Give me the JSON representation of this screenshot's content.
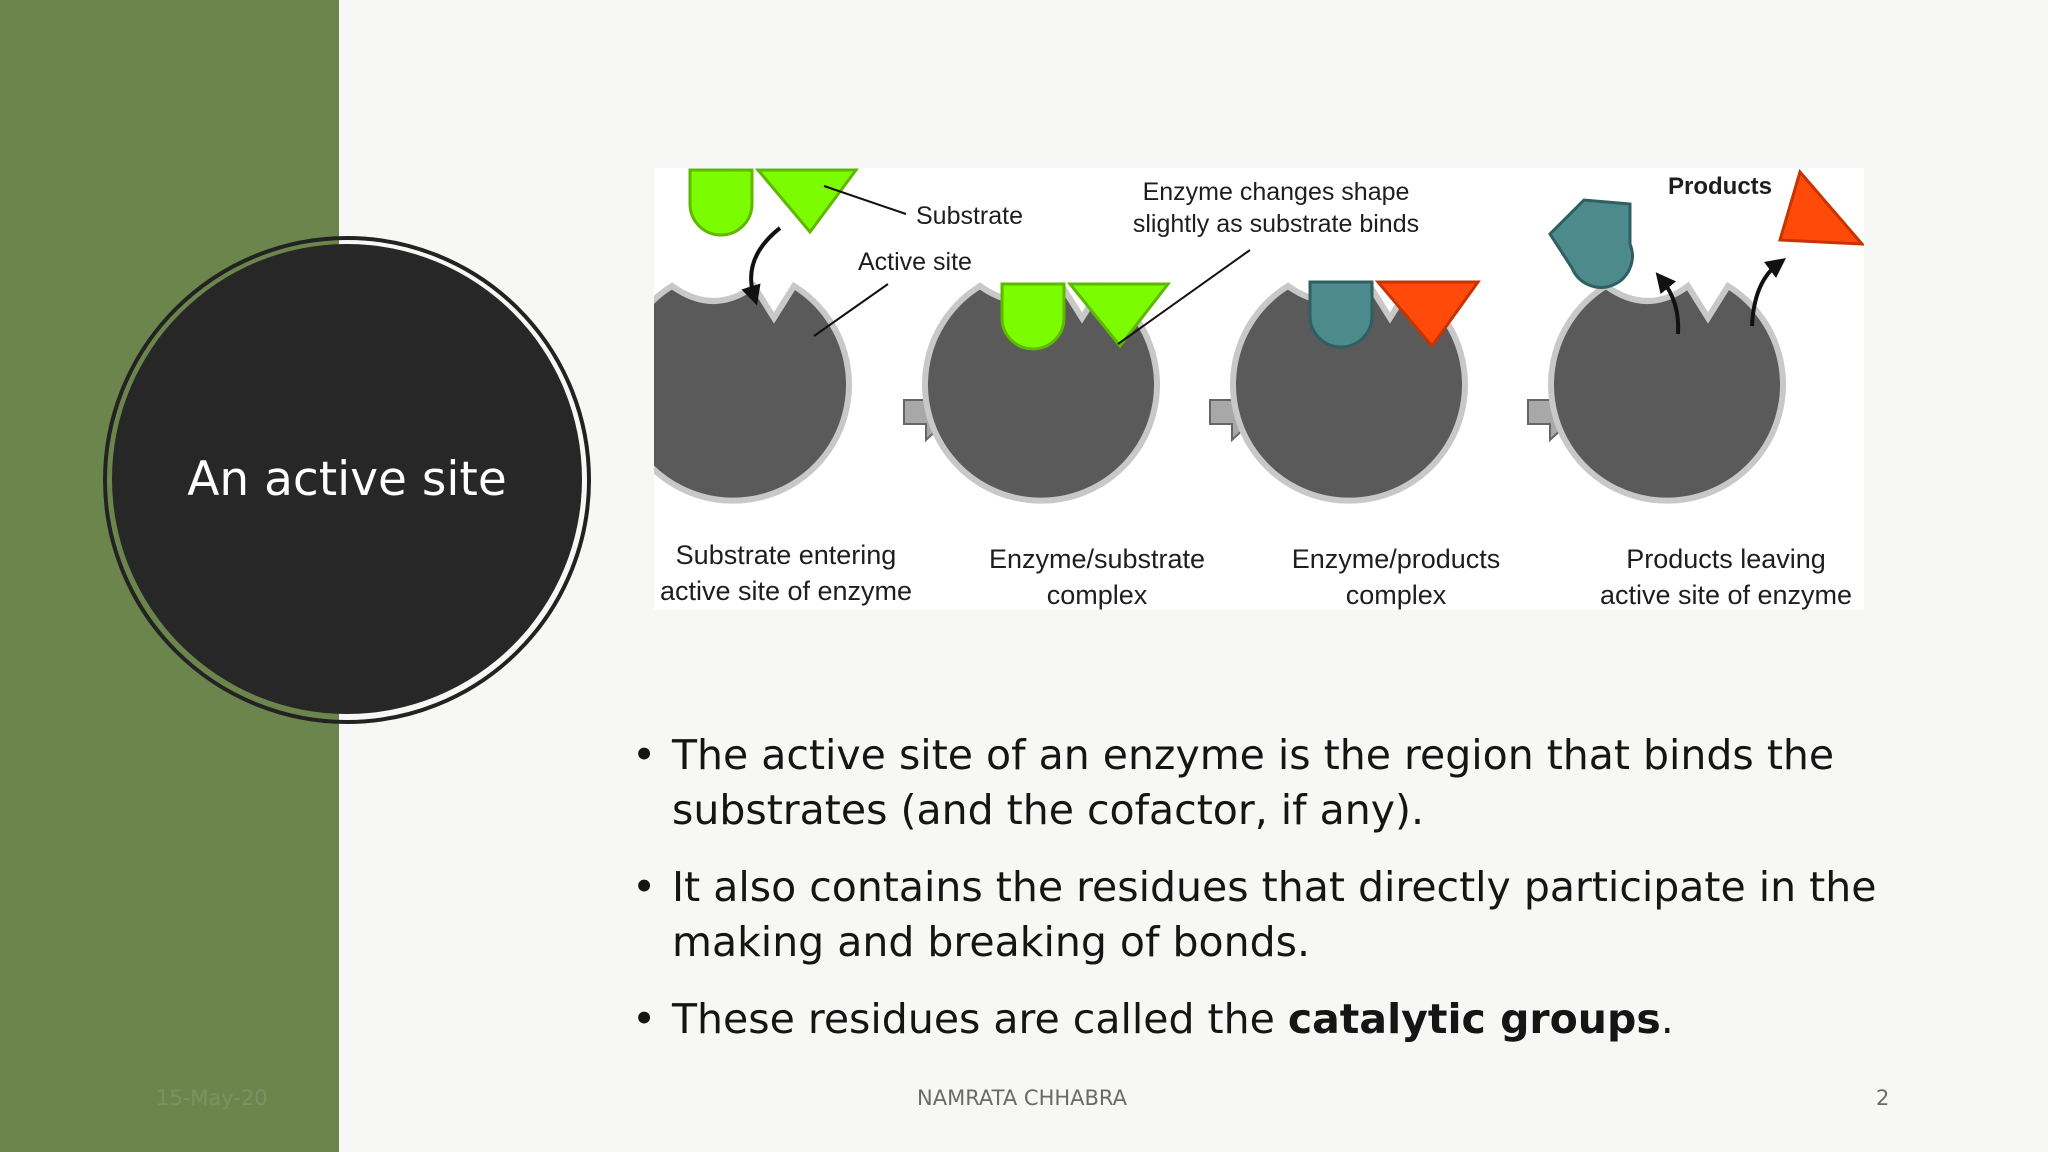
{
  "slide": {
    "title": "An active site",
    "footer": {
      "date": "15-May-20",
      "author": "NAMRATA CHHABRA",
      "page_number": "2"
    },
    "colors": {
      "band": "#6c854d",
      "circle": "#272727",
      "enzyme": "#5a5a5a",
      "substrate": "#7cfc00",
      "product_teal": "#4d8a8c",
      "product_red": "#ff4a0a"
    }
  },
  "diagram": {
    "label_substrate": "Substrate",
    "label_active_site": "Active site",
    "label_shape_change_1": "Enzyme changes shape",
    "label_shape_change_2": "slightly as substrate binds",
    "label_products": "Products",
    "steps": [
      {
        "line1": "Substrate entering",
        "line2": "active site of enzyme"
      },
      {
        "line1": "Enzyme/substrate",
        "line2": "complex"
      },
      {
        "line1": "Enzyme/products",
        "line2": "complex"
      },
      {
        "line1": "Products leaving",
        "line2": "active site of enzyme"
      }
    ]
  },
  "bullets": [
    {
      "text": "The active site of an enzyme is the region that binds the substrates (and the cofactor, if any)."
    },
    {
      "text": "It also contains the residues that directly participate in the making and breaking of bonds."
    },
    {
      "text_before": "These residues are called the ",
      "bold": "catalytic groups",
      "text_after": "."
    }
  ]
}
